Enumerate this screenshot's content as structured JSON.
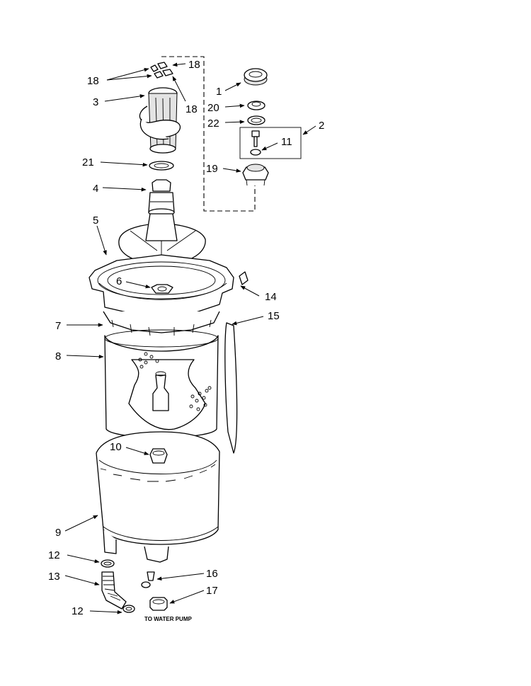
{
  "callouts": [
    {
      "id": "c1",
      "text": "1"
    },
    {
      "id": "c2",
      "text": "2"
    },
    {
      "id": "c3",
      "text": "3"
    },
    {
      "id": "c4",
      "text": "4"
    },
    {
      "id": "c5",
      "text": "5"
    },
    {
      "id": "c6",
      "text": "6"
    },
    {
      "id": "c7",
      "text": "7"
    },
    {
      "id": "c8",
      "text": "8"
    },
    {
      "id": "c9",
      "text": "9"
    },
    {
      "id": "c10",
      "text": "10"
    },
    {
      "id": "c11",
      "text": "11"
    },
    {
      "id": "c12a",
      "text": "12"
    },
    {
      "id": "c12b",
      "text": "12"
    },
    {
      "id": "c13",
      "text": "13"
    },
    {
      "id": "c14",
      "text": "14"
    },
    {
      "id": "c15",
      "text": "15"
    },
    {
      "id": "c16",
      "text": "16"
    },
    {
      "id": "c17",
      "text": "17"
    },
    {
      "id": "c18a",
      "text": "18"
    },
    {
      "id": "c18b",
      "text": "18"
    },
    {
      "id": "c18c",
      "text": "18"
    },
    {
      "id": "c19",
      "text": "19"
    },
    {
      "id": "c20",
      "text": "20"
    },
    {
      "id": "c21",
      "text": "21"
    },
    {
      "id": "c22",
      "text": "22"
    }
  ],
  "notes": {
    "to_water_pump": "TO WATER PUMP"
  }
}
